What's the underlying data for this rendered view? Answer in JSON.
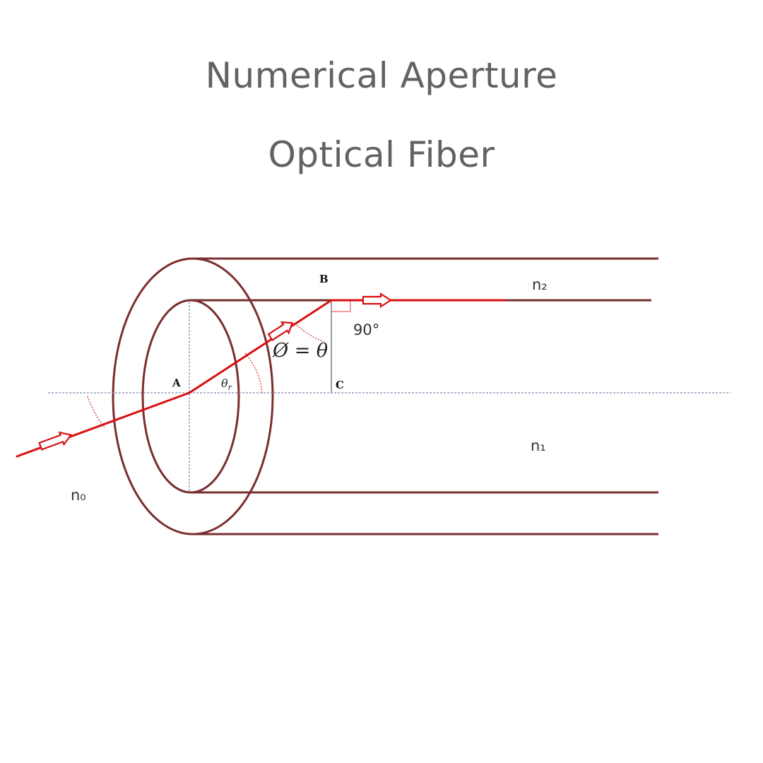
{
  "title": {
    "line1": "Numerical Aperture",
    "line2": "Optical Fiber"
  },
  "labels": {
    "point_a": "A",
    "point_b": "B",
    "point_c": "C",
    "n0": "n₀",
    "n1": "n₁",
    "n2": "n₂",
    "right_angle": "90°",
    "phi_eq_theta": "Ø = θ",
    "theta_r": "θ",
    "theta_r_sub": "r"
  },
  "colors": {
    "fiber_outline": "#7a2e2e",
    "ray": "#d90f0f",
    "axis": "#7f86a6",
    "angle_arc": "#d94040",
    "text": "#616166"
  }
}
